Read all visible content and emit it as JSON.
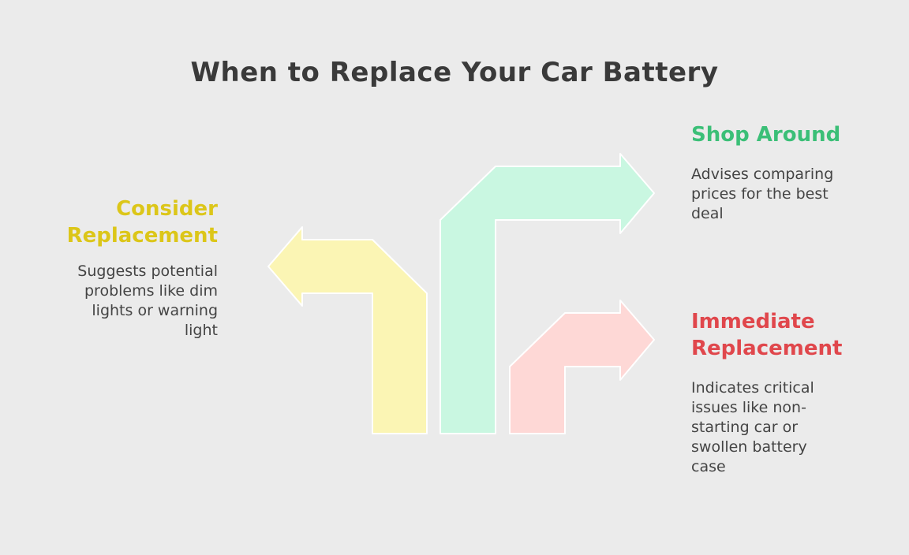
{
  "title": "When to Replace Your Car Battery",
  "items": {
    "consider": {
      "heading_line1": "Consider",
      "heading_line2": "Replacement",
      "description_lines": [
        "Suggests potential",
        "problems like dim",
        "lights or warning",
        "light"
      ],
      "color": "#dcc619",
      "fill": "#fbf5b4"
    },
    "shop": {
      "heading_line1": "Shop Around",
      "description_lines": [
        "Advises comparing",
        "prices for the best",
        "deal"
      ],
      "color": "#3bbf77",
      "fill": "#c9f7e1"
    },
    "immediate": {
      "heading_line1": "Immediate",
      "heading_line2": "Replacement",
      "description_lines": [
        "Indicates critical",
        "issues like non-",
        "starting car or",
        "swollen battery",
        "case"
      ],
      "color": "#e0474c",
      "fill": "#fed8d6"
    }
  }
}
